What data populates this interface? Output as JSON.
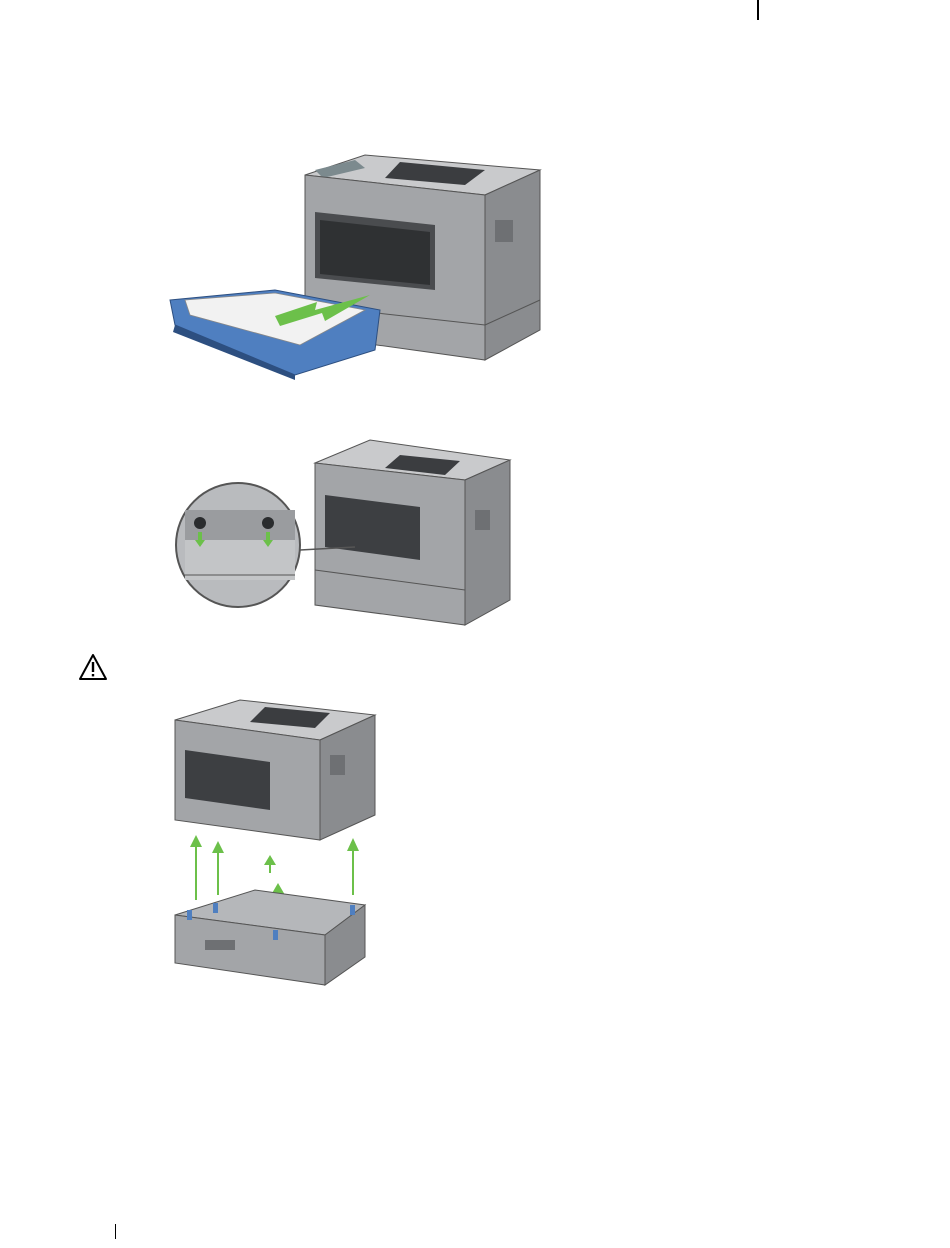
{
  "page": {
    "figures": [
      {
        "icon": "printer-tray-removal-illustration"
      },
      {
        "icon": "printer-screw-removal-illustration"
      },
      {
        "icon": "printer-lift-off-feeder-illustration"
      }
    ],
    "caution": {
      "icon": "caution-triangle-icon"
    },
    "colors": {
      "body": "#8c8e91",
      "body_dark": "#6a6c6f",
      "tray": "#4f7fc0",
      "arrow": "#6cc04a"
    }
  }
}
